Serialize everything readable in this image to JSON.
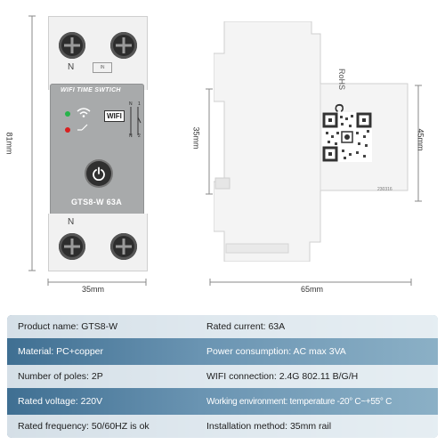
{
  "front": {
    "top_terminal_label": "N",
    "in_label": "IN",
    "panel_title": "WIFI TIME SWTICH",
    "wifi_label": "WIFI",
    "wiring_numbers": [
      "N",
      "1",
      "N",
      "2"
    ],
    "model": "GTS8-W 63A",
    "bottom_terminal_label": "N",
    "height_dim": "81mm",
    "width_dim": "35mm",
    "window_dim": "35mm"
  },
  "side": {
    "rohs": "RoHS",
    "ce": "CE",
    "qr_caption": "230316",
    "height_dim": "45mm",
    "width_dim": "65mm"
  },
  "specs": [
    {
      "left": "Product name: GTS8-W",
      "right": "Rated current: 63A"
    },
    {
      "left": "Material: PC+copper",
      "right": "Power consumption: AC max 3VA"
    },
    {
      "left": "Number of poles: 2P",
      "right": "WIFI connection: 2.4G 802.11 B/G/H"
    },
    {
      "left": "Rated voltage: 220V",
      "right": "Working environment: temperature -20° C~+55° C"
    },
    {
      "left": "Rated frequency: 50/60HZ is ok",
      "right": "Installation method: 35mm rail"
    }
  ],
  "colors": {
    "table_gradient_start": "#3f6f92",
    "table_gradient_end": "#8bb0c6",
    "panel": "#a8aaab",
    "led_green": "#27b34a",
    "led_red": "#d82020"
  }
}
